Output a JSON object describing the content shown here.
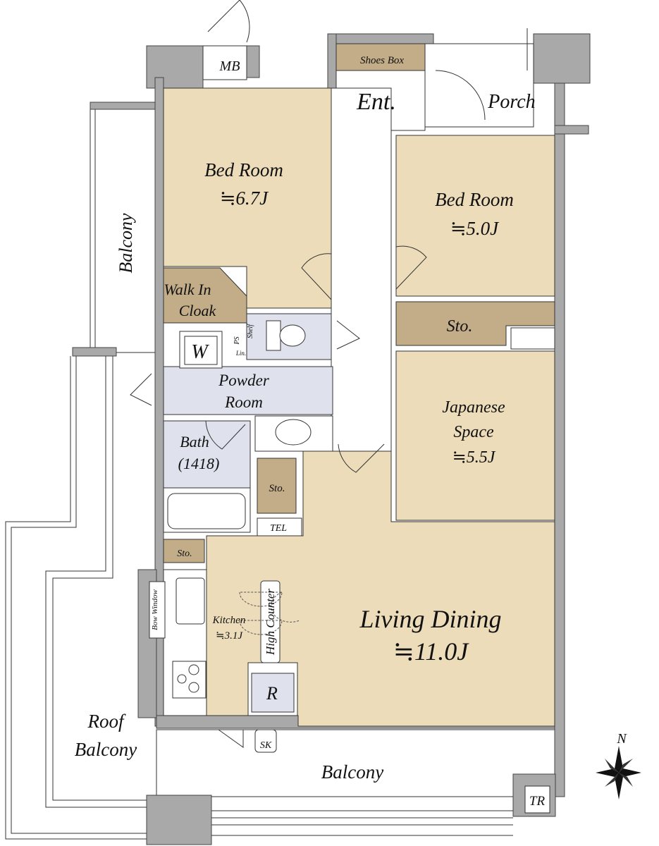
{
  "rooms": {
    "mb": "MB",
    "shoes_box": "Shoes Box",
    "entrance": "Ent.",
    "porch": "Porch",
    "bedroom1": {
      "name": "Bed Room",
      "size": "≒6.7J"
    },
    "bedroom2": {
      "name": "Bed Room",
      "size": "≒5.0J"
    },
    "balcony_west": "Balcony",
    "walk_in_cloak": [
      "Walk In",
      "Cloak"
    ],
    "ps": "PS",
    "shelf": "Shelf",
    "lin": "Lin.",
    "washer": "W",
    "storage_north": "Sto.",
    "japanese_space": {
      "name": [
        "Japanese",
        "Space"
      ],
      "size": "≒5.5J"
    },
    "powder_room": [
      "Powder",
      "Room"
    ],
    "bath": [
      "Bath",
      "(1418)"
    ],
    "storage_bath": "Sto.",
    "tel": "TEL",
    "storage_kitchen": "Sto.",
    "bow_window": "Bow Window",
    "kitchen": {
      "name": "Kitchen",
      "size": "≒3.1J"
    },
    "high_counter": "High Counter",
    "fridge": "R",
    "living_dining": {
      "name": "Living Dining",
      "size": "≒11.0J"
    },
    "roof_balcony": [
      "Roof",
      "Balcony"
    ],
    "sk": "SK",
    "balcony_south": "Balcony",
    "tr": "TR"
  },
  "compass": {
    "label": "N"
  },
  "colors": {
    "room": "#ecdcb9",
    "storage": "#c3ad88",
    "wet": "#dfe2ec",
    "wall": "#a9a9a9"
  }
}
